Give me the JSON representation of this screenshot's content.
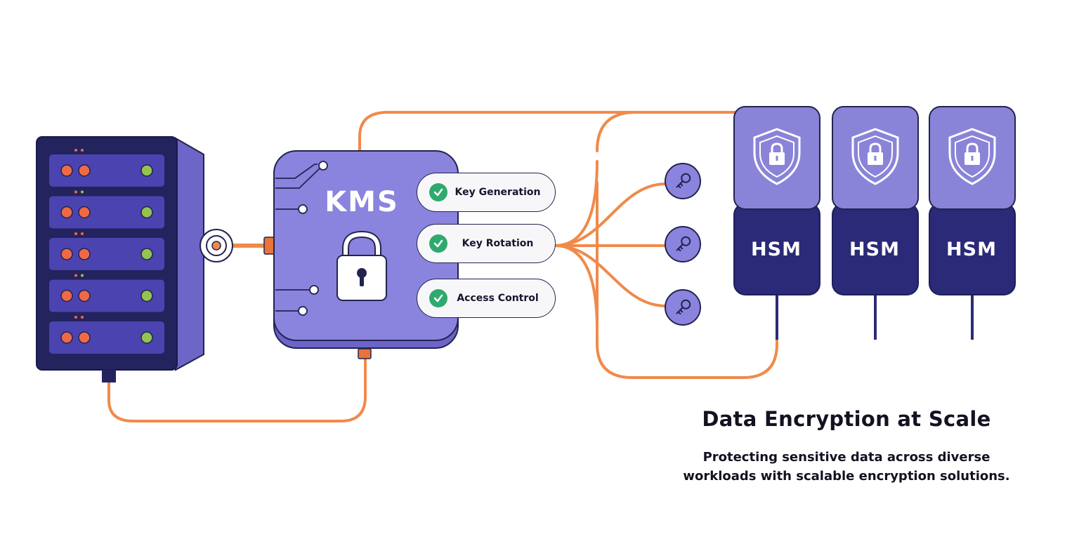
{
  "diagram": {
    "kms": {
      "title": "KMS"
    },
    "features": [
      {
        "label": "Key Generation",
        "status": "enabled"
      },
      {
        "label": "Key Rotation",
        "status": "enabled"
      },
      {
        "label": "Access Control",
        "status": "enabled"
      }
    ],
    "keys": [
      {
        "icon": "key-icon"
      },
      {
        "icon": "key-icon"
      },
      {
        "icon": "key-icon"
      }
    ],
    "hsms": [
      {
        "label": "HSM",
        "icon": "shield-lock-icon"
      },
      {
        "label": "HSM",
        "icon": "shield-lock-icon"
      },
      {
        "label": "HSM",
        "icon": "shield-lock-icon"
      }
    ],
    "server": {
      "icon": "server-rack-icon",
      "units": 5
    }
  },
  "caption": {
    "title": "Data Encryption at Scale",
    "subtitle_line1": "Protecting sensitive data across diverse",
    "subtitle_line2": "workloads with scalable encryption solutions."
  },
  "colors": {
    "cable": "#f08a4b",
    "kms": "#8a84de",
    "hsm_top": "#8a84d8",
    "hsm_bottom": "#2b2a78",
    "server": "#23235e",
    "check": "#2faa6e",
    "outline": "#23234f"
  }
}
